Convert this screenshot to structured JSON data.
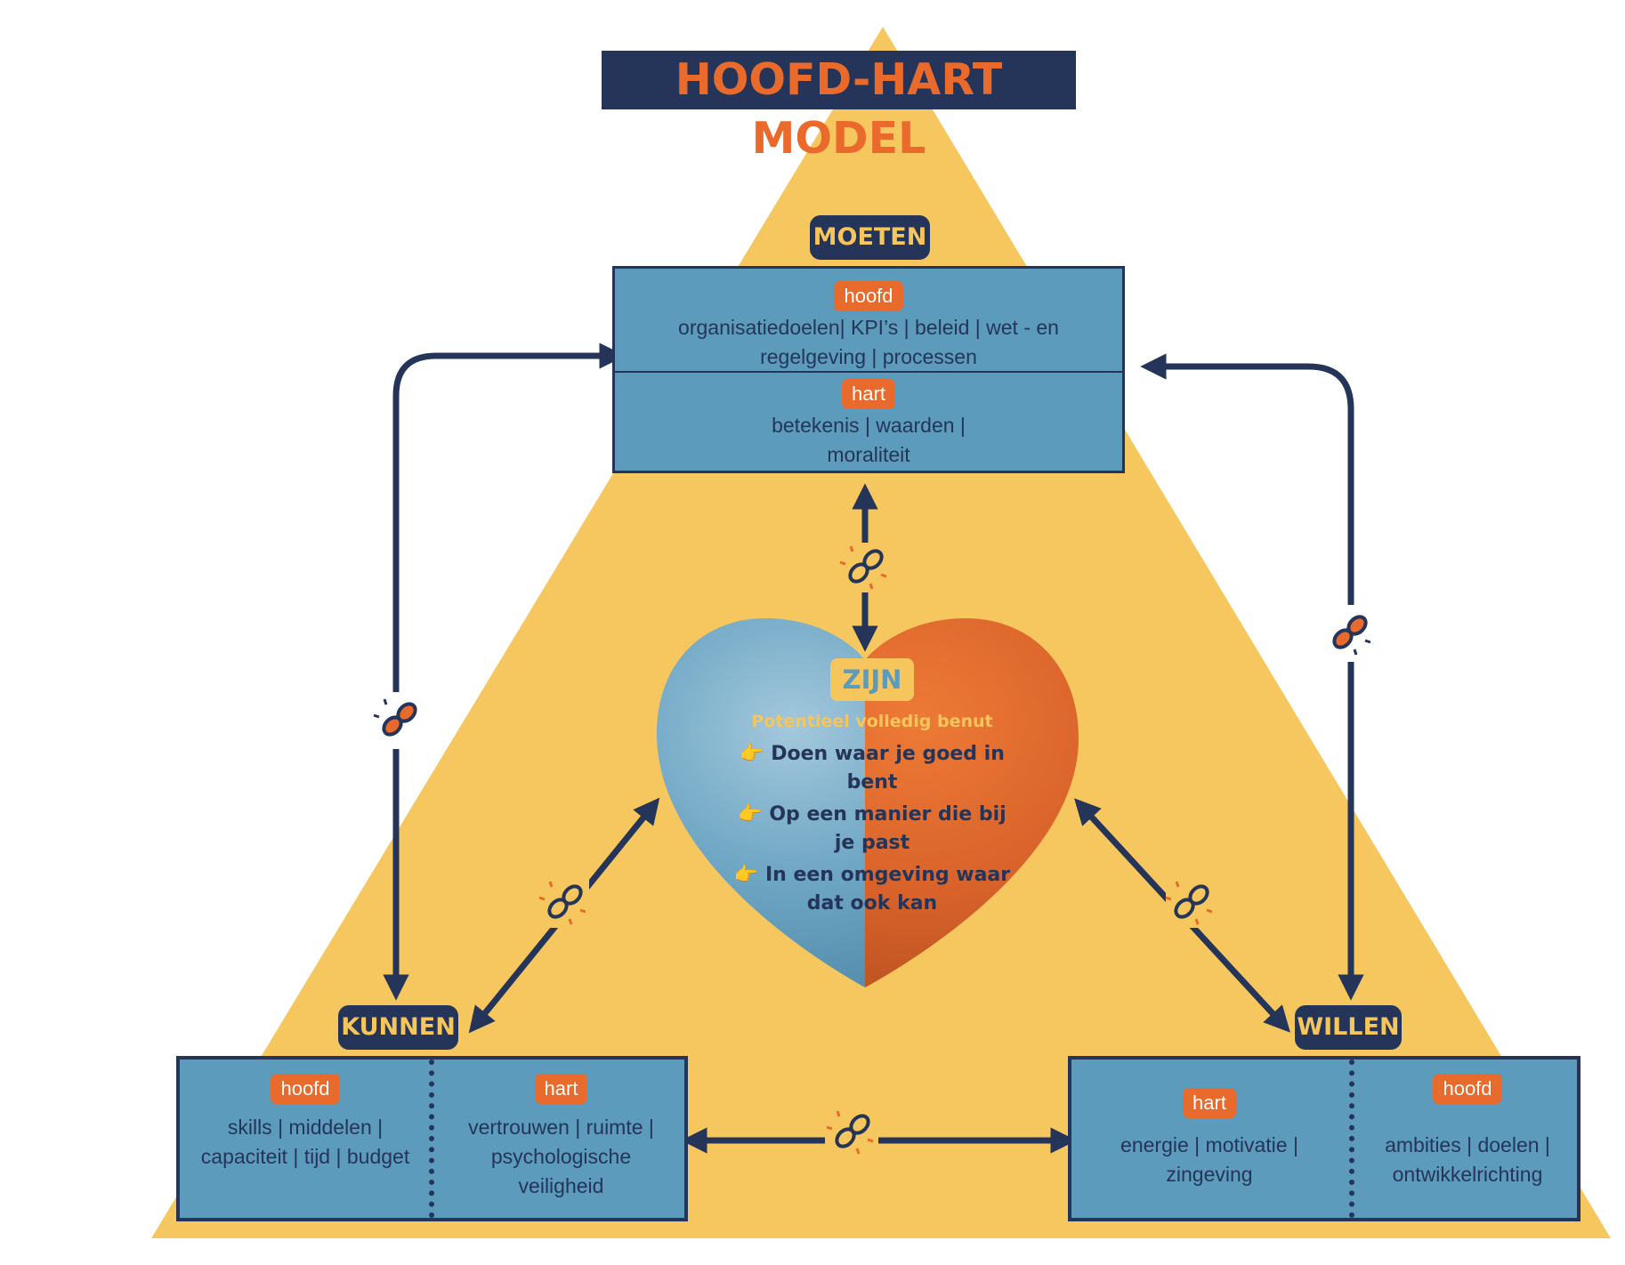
{
  "title": "HOOFD-HART MODEL",
  "moeten": {
    "label": "MOETEN",
    "hoofd_tag": "hoofd",
    "hoofd_text_1": "organisatiedoelen| KPI’s | beleid | wet - en",
    "hoofd_text_2": "regelgeving | processen",
    "hart_tag": "hart",
    "hart_text_1": "betekenis | waarden |",
    "hart_text_2": "moraliteit"
  },
  "kunnen": {
    "label": "KUNNEN",
    "hoofd_tag": "hoofd",
    "hoofd_text_1": "skills | middelen |",
    "hoofd_text_2": "capaciteit | tijd | budget",
    "hart_tag": "hart",
    "hart_text_1": "vertrouwen | ruimte |",
    "hart_text_2": "psychologische",
    "hart_text_3": "veiligheid"
  },
  "willen": {
    "label": "WILLEN",
    "hart_tag": "hart",
    "hart_text_1": "energie | motivatie |",
    "hart_text_2": "zingeving",
    "hoofd_tag": "hoofd",
    "hoofd_text_1": "ambities | doelen |",
    "hoofd_text_2": "ontwikkelrichting"
  },
  "zijn": {
    "label": "ZIJN",
    "subtitle": "Potentieel volledig benut",
    "bullet_icon": "👉",
    "bullet_1a": "Doen waar je goed in",
    "bullet_1b": "bent",
    "bullet_2a": "Op een manier die bij",
    "bullet_2b": "je past",
    "bullet_3a": "In een omgeving waar",
    "bullet_3b": "dat ook kan"
  },
  "colors": {
    "navy": "#243559",
    "orange": "#e96a2d",
    "yellow": "#f6c55c",
    "blue": "#5c9bbb"
  },
  "icons": [
    "broken-link-icon",
    "arrow-icon",
    "pointing-hand-icon"
  ]
}
